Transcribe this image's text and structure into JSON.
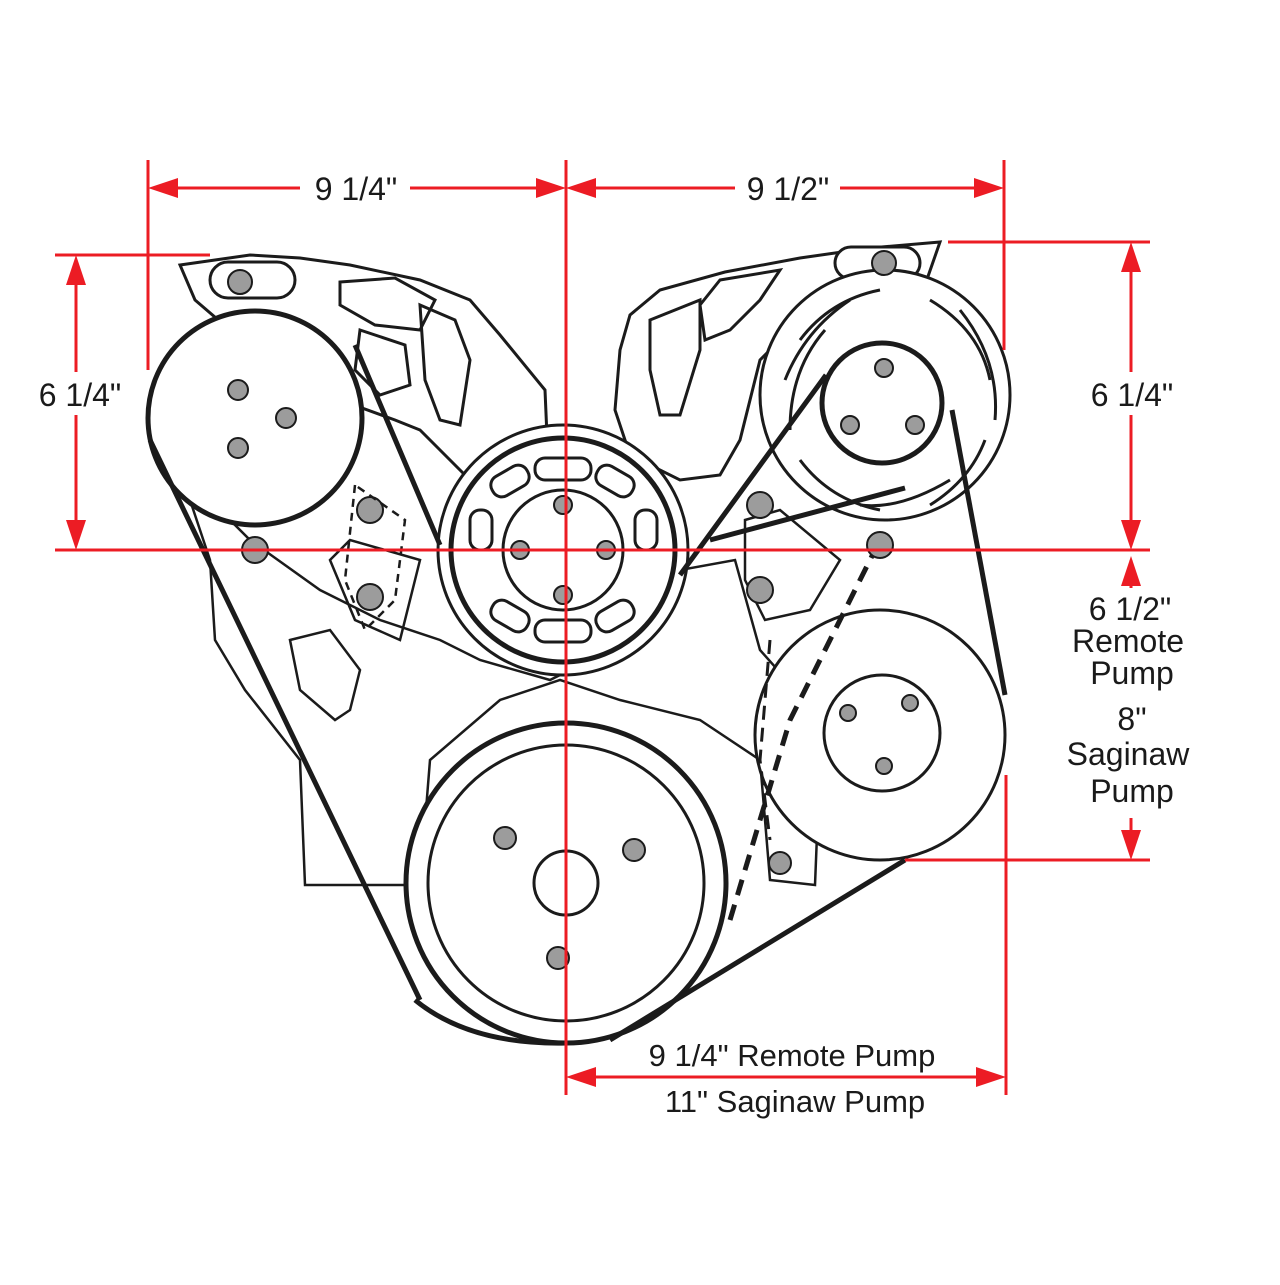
{
  "diagram": {
    "colors": {
      "dimension": "#ec1c24",
      "ink": "#1b1b1b",
      "bolt": "#9c9c9c",
      "background": "#ffffff"
    },
    "dimensions": {
      "top_left_width": "9 1/4\"",
      "top_right_width": "9 1/2\"",
      "left_height": "6 1/4\"",
      "right_height": "6 1/4\"",
      "right_lower_remote": [
        "6 1/2\"",
        "Remote",
        "Pump"
      ],
      "right_lower_saginaw": [
        "8\"",
        "Saginaw",
        "Pump"
      ],
      "bottom_remote": "9 1/4\" Remote Pump",
      "bottom_saginaw": "11\" Saginaw Pump"
    }
  }
}
